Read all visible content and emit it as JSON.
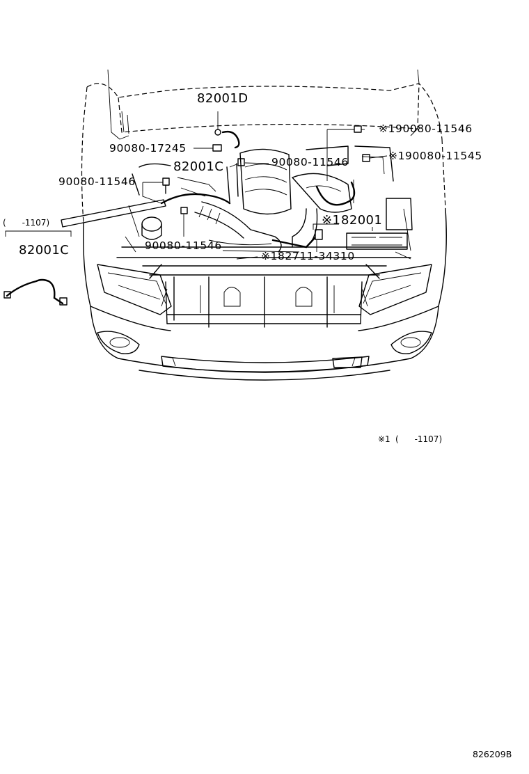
{
  "callouts": {
    "c_82001D": "82001D",
    "c_90080_17245": "90080-17245",
    "c_82001C_top": "82001C",
    "c_90080_11546_left": "90080-11546",
    "c_90080_11546_center": "90080-11546",
    "c_90080_11546_right_mark": "※1",
    "c_90080_11546_right": "90080-11546",
    "c_90080_11545_mark": "※1",
    "c_90080_11545": "90080-11545",
    "c_82001_mark": "※1",
    "c_82001": "82001",
    "c_90080_11546_lower": "90080-11546",
    "c_82711_mark": "※1",
    "c_82711_34310": "82711-34310"
  },
  "inset": {
    "range": "(      -1107)",
    "part": "82001C"
  },
  "footnote": {
    "mark": "※1",
    "range": "(      -1107)"
  },
  "diagram_code": "826209B"
}
